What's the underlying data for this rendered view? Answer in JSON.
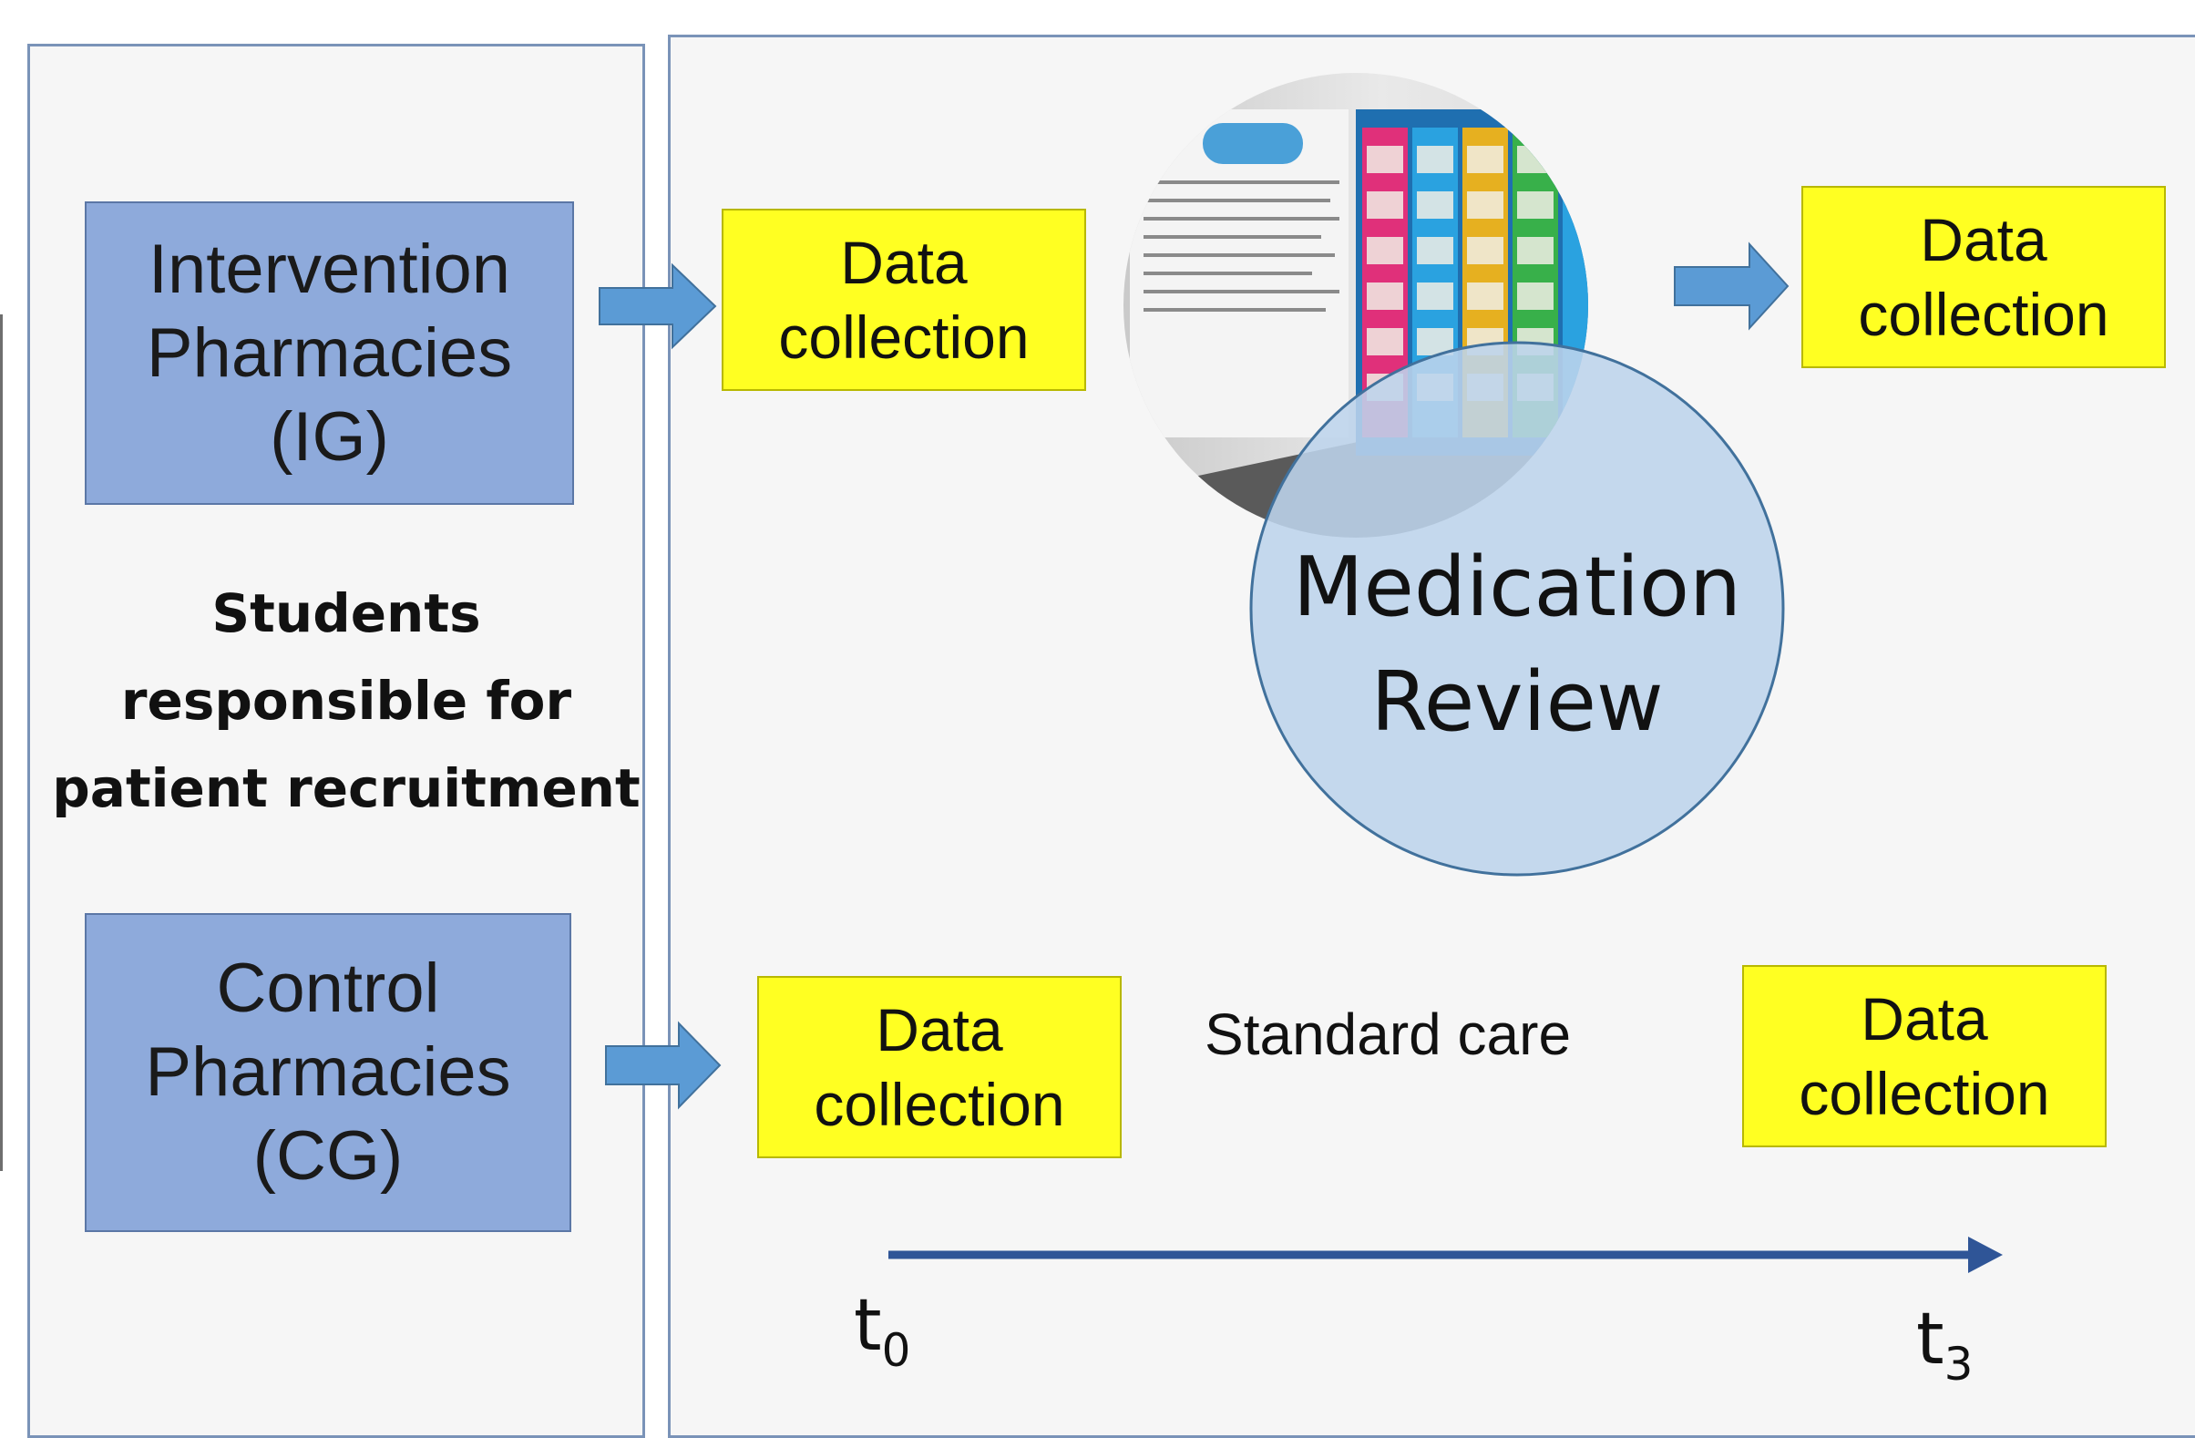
{
  "left_panel": {
    "intervention": "Intervention\nPharmacies\n(IG)",
    "students": "Students\nresponsible for\npatient recruitment",
    "control": "Control\nPharmacies\n(CG)"
  },
  "right_panel": {
    "ig_data_collection_start": "Data\ncollection",
    "medication_review": "Medication\nReview",
    "ig_data_collection_end": "Data\ncollection",
    "cg_data_collection_start": "Data\ncollection",
    "standard_care": "Standard care",
    "cg_data_collection_end": "Data\ncollection",
    "timeline": {
      "start_base": "t",
      "start_sub": "0",
      "end_base": "t",
      "end_sub": "3"
    }
  },
  "colors": {
    "panel_border": "#7a93b8",
    "pharmacy_box": "#8eaadb",
    "data_box": "#ffff22",
    "arrow": "#5b9bd5",
    "timeline": "#2f5597",
    "review_circle": "#bdd4ec"
  }
}
